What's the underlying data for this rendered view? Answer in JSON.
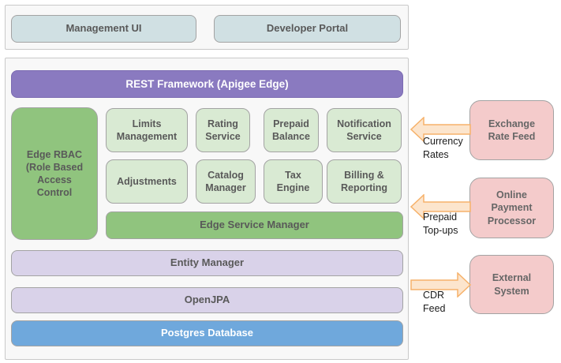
{
  "top": {
    "items": [
      {
        "label": "Management UI"
      },
      {
        "label": "Developer Portal"
      }
    ]
  },
  "main": {
    "rest_bar": "REST Framework (Apigee Edge)",
    "rbac": "Edge RBAC\n(Role Based\nAccess\nControl",
    "services": [
      "Limits\nManagement",
      "Rating\nService",
      "Prepaid\nBalance",
      "Notification\nService",
      "Adjustments",
      "Catalog\nManager",
      "Tax\nEngine",
      "Billing &\nReporting"
    ],
    "edge_service_manager": "Edge Service Manager",
    "entity_manager": "Entity Manager",
    "openjpa": "OpenJPA",
    "postgres": "Postgres Database"
  },
  "external": {
    "boxes": [
      "Exchange\nRate Feed",
      "Online\nPayment\nProcessor",
      "External\nSystem"
    ],
    "flows": [
      {
        "label": "Currency\nRates",
        "direction": "left"
      },
      {
        "label": "Prepaid\nTop-ups",
        "direction": "left"
      },
      {
        "label": "CDR\nFeed",
        "direction": "right"
      }
    ]
  },
  "colors": {
    "purple": "#8a7ac0",
    "green_dark": "#90c47e",
    "green_light": "#d9ead3",
    "lavender": "#d9d2e9",
    "blue": "#6fa8dc",
    "teal": "#d0e0e3",
    "pink": "#f4cbcb",
    "arrow_fill": "#fce5cd",
    "arrow_stroke": "#f6b26b"
  }
}
